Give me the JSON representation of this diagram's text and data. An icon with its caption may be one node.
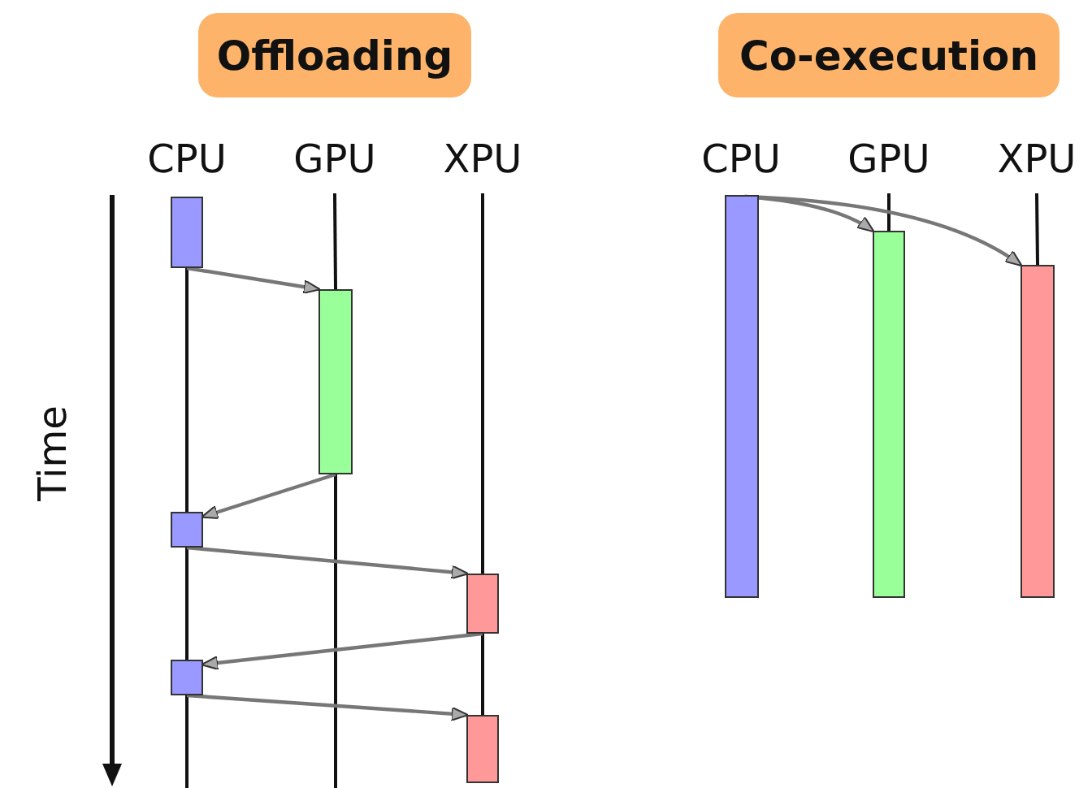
{
  "diagram": {
    "nodes": [
      {
        "text": [
          "Offloading"
        ]
      },
      {
        "text": [
          "Co-execution"
        ]
      },
      {
        "text": [
          "CPU"
        ]
      },
      {
        "text": [
          "GPU"
        ]
      },
      {
        "text": [
          "XPU"
        ]
      },
      {
        "text": [
          "CPU"
        ]
      },
      {
        "text": [
          "GPU"
        ]
      },
      {
        "text": [
          "XPU"
        ]
      },
      {
        "text": [],
        "shape": "bar"
      },
      {
        "text": [],
        "shape": "bar"
      },
      {
        "text": [],
        "shape": "bar"
      },
      {
        "text": [],
        "shape": "bar"
      },
      {
        "text": [],
        "shape": "bar"
      },
      {
        "text": [],
        "shape": "bar"
      },
      {
        "text": [],
        "shape": "bar"
      },
      {
        "text": [],
        "shape": "bar"
      },
      {
        "text": [],
        "shape": "bar"
      }
    ],
    "edges": [
      {
        "from": 8,
        "to": 10,
        "arrow": "none"
      },
      {
        "from": 10,
        "to": 12,
        "arrow": "none"
      },
      {
        "from": 12,
        "to": null,
        "arrow": "none"
      },
      {
        "from": 3,
        "to": 9,
        "arrow": "none"
      },
      {
        "from": 9,
        "to": null,
        "arrow": "none"
      },
      {
        "from": 4,
        "to": 11,
        "arrow": "none"
      },
      {
        "from": 11,
        "to": 13,
        "arrow": "none"
      },
      {
        "from": 6,
        "to": 15,
        "arrow": "none"
      },
      {
        "from": 7,
        "to": 16,
        "arrow": "none"
      },
      {
        "from": 8,
        "to": 9,
        "arrow": "to",
        "color": "#777777"
      },
      {
        "from": 9,
        "to": 10,
        "arrow": "to",
        "color": "#777777"
      },
      {
        "from": 10,
        "to": 11,
        "arrow": "to",
        "color": "#777777"
      },
      {
        "from": 11,
        "to": 12,
        "arrow": "to",
        "color": "#777777"
      },
      {
        "from": 12,
        "to": 13,
        "arrow": "to",
        "color": "#777777"
      },
      {
        "from": 14,
        "to": 15,
        "arrow": "to",
        "color": "#777777"
      },
      {
        "from": 14,
        "to": 16,
        "arrow": "to",
        "color": "#777777"
      }
    ],
    "labels": [
      "Time"
    ]
  }
}
